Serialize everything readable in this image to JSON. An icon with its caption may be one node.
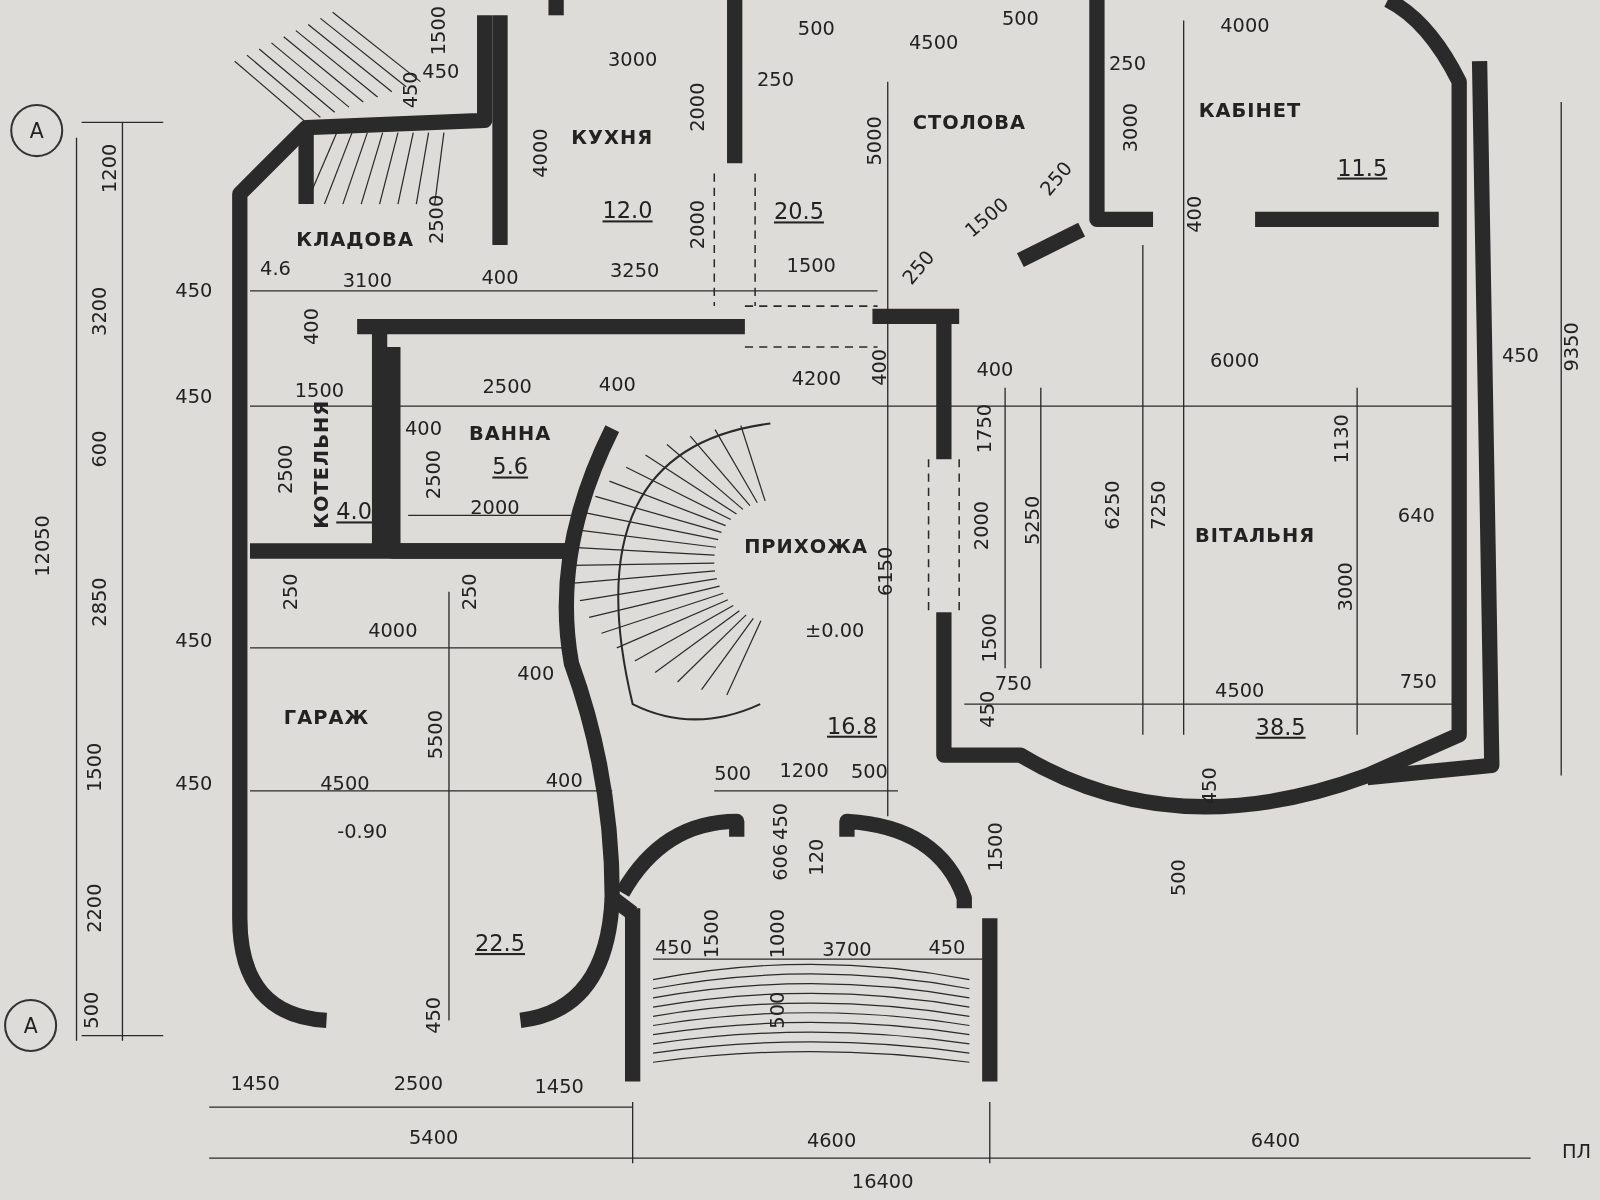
{
  "diagram": {
    "nodes": [
      {
        "text": [
          "А"
        ]
      },
      {
        "text": [
          "А"
        ]
      }
    ],
    "labels": [
      "1500",
      "500",
      "500",
      "4000",
      "3000",
      "4500",
      "450",
      "450",
      "250",
      "250",
      "4000",
      "2000",
      "5000",
      "3000",
      "КУХНЯ",
      "СТОЛОВА",
      "КАБІНЕТ",
      "1200",
      "11.5",
      "12.0",
      "20.5",
      "1500",
      "250",
      "2500",
      "2000",
      "400",
      "КЛАДОВА",
      "4.6",
      "3100",
      "400",
      "3250",
      "1500",
      "250",
      "450",
      "3200",
      "400",
      "1500",
      "2500",
      "400",
      "4200",
      "400",
      "400",
      "6000",
      "450",
      "9350",
      "450",
      "600",
      "400",
      "ВАННА",
      "1750",
      "1130",
      "КОТЕЛЬНЯ",
      "2500",
      "5.6",
      "2500",
      "4.0",
      "2000",
      "2000",
      "5250",
      "6250",
      "7250",
      "640",
      "ВІТАЛЬНЯ",
      "12050",
      "ПРИХОЖА",
      "2850",
      "250",
      "250",
      "6150",
      "3000",
      "4000",
      "450",
      "±0.00",
      "1500",
      "400",
      "750",
      "4500",
      "750",
      "450",
      "ГАРАЖ",
      "5500",
      "16.8",
      "38.5",
      "1500",
      "500",
      "1200",
      "500",
      "450",
      "4500",
      "400",
      "450",
      "450",
      "-0.90",
      "606",
      "120",
      "1500",
      "2200",
      "500",
      "1500",
      "1000",
      "22.5",
      "450",
      "3700",
      "450",
      "500",
      "450",
      "500",
      "1450",
      "2500",
      "1450",
      "5400",
      "4600",
      "6400",
      "16400",
      "ПЛ"
    ]
  }
}
